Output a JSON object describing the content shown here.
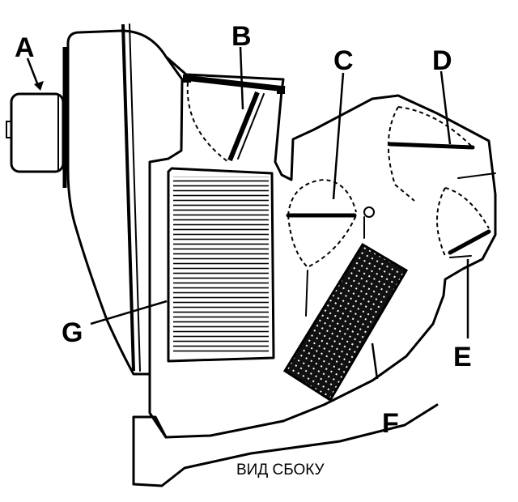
{
  "diagram": {
    "callouts": {
      "a": "A",
      "b": "B",
      "c": "C",
      "d": "D",
      "e": "E",
      "f": "F",
      "g": "G"
    },
    "caption": "ВИД СБОКУ"
  }
}
